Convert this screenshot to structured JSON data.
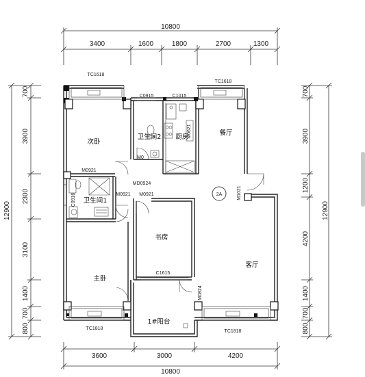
{
  "dims": {
    "top_total": "10800",
    "top_segments": [
      "3400",
      "1600",
      "1800",
      "2700",
      "1300"
    ],
    "bottom_total": "10800",
    "bottom_segments": [
      "3600",
      "3000",
      "4200"
    ],
    "left_total": "12900",
    "left_segments": [
      "700",
      "3900",
      "2300",
      "3100",
      "1400",
      "700",
      "800"
    ],
    "right_total": "12900",
    "right_segments": [
      "700",
      "3900",
      "1200",
      "4200",
      "1400",
      "700",
      "800"
    ]
  },
  "rooms": {
    "secondary_bedroom": "次卧",
    "bathroom_2": "卫生间2",
    "kitchen": "厨房",
    "dining_room": "餐厅",
    "bathroom_1": "卫生间1",
    "study": "书房",
    "master_bedroom": "主卧",
    "living_room": "客厅",
    "balcony": "1#阳台"
  },
  "codes": {
    "tc_top_left": "TC1618",
    "tc_top_right": "TC1618",
    "tc_bottom_left": "TC1818",
    "tc_bottom_right": "TC1818",
    "c0915": "C0915",
    "c1015": "C1015",
    "m0621": "M0621",
    "m0921_a": "M0921",
    "md0924": "MD0924",
    "m0921_b": "M0921",
    "m0921_c": "M0921",
    "c0916": "C0916",
    "m1021": "M1021",
    "c1615": "C1615",
    "m0824": "M0824",
    "m_small": "M0",
    "unit_tag": "2A"
  }
}
